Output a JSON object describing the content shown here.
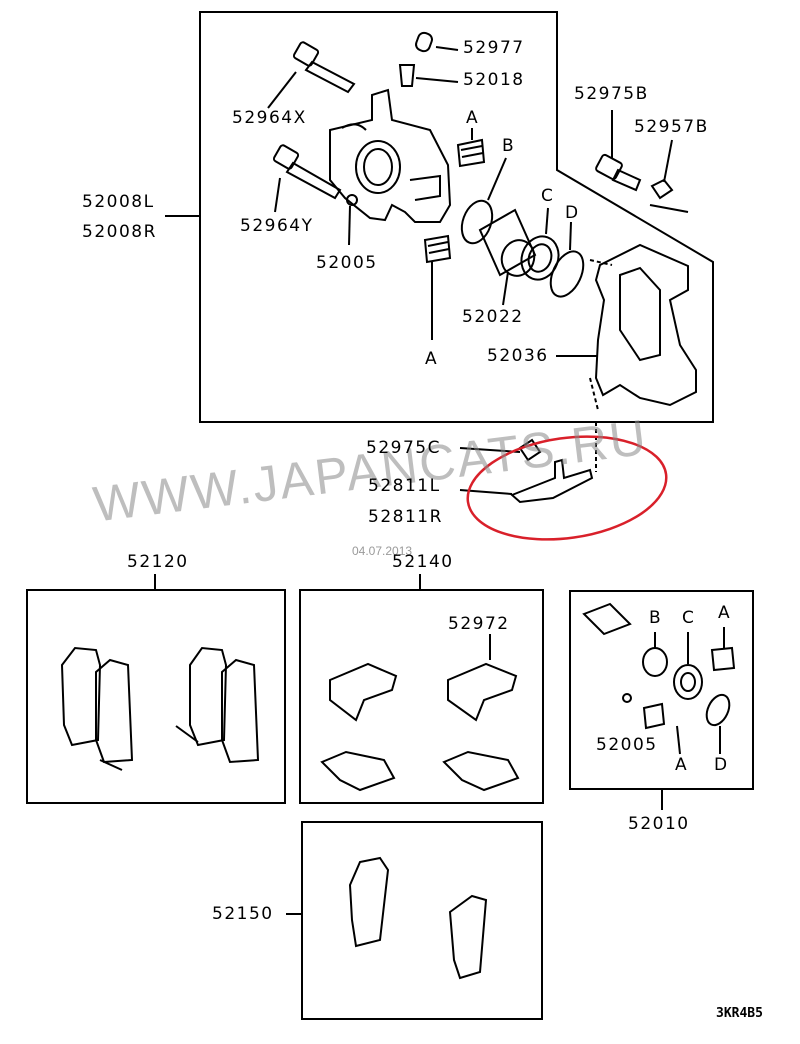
{
  "labels": {
    "p52977": "52977",
    "p52018": "52018",
    "p52964x": "52964X",
    "p52975b": "52975B",
    "p52957b": "52957B",
    "p52008l": "52008L",
    "p52008r": "52008R",
    "p52964y": "52964Y",
    "p52005_top": "52005",
    "p52022": "52022",
    "p52036": "52036",
    "a_top": "A",
    "b_top": "B",
    "c_top": "C",
    "d_top": "D",
    "a_mid": "A",
    "p52975c": "52975C",
    "p52811l": "52811L",
    "p52811r": "52811R",
    "p52120": "52120",
    "p52140": "52140",
    "p52972": "52972",
    "b_kit": "B",
    "c_kit": "C",
    "a_kit": "A",
    "p52005_kit": "52005",
    "a_kit_bottom": "A",
    "d_kit": "D",
    "p52010": "52010",
    "p52150": "52150"
  },
  "watermark": "WWW.JAPANCATS.RU",
  "date_stamp": "04.07.2013",
  "diagram_code": "3KR4B5",
  "colors": {
    "line": "#000000",
    "highlight": "#d9202a",
    "watermark": "#8a8a8a"
  }
}
